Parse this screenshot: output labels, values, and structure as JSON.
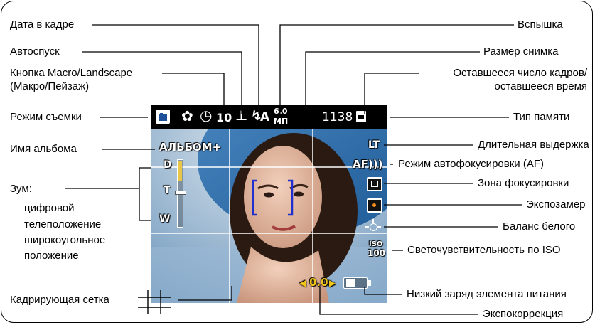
{
  "labels_left": {
    "date_in_frame": "Дата в кадре",
    "self_timer": "Автоспуск",
    "macro_button_line1": "Кнопка Macro/Landscape",
    "macro_button_line2": "(Макро/Пейзаж)",
    "shooting_mode": "Режим съемки",
    "album_name": "Имя альбома",
    "zoom": "Зум:",
    "zoom_digital": "цифровой",
    "zoom_tele": "телеположение",
    "zoom_wide_line1": "широкоугольное",
    "zoom_wide_line2": "положение",
    "framing_grid": "Кадрирующая сетка"
  },
  "labels_right": {
    "flash": "Вспышка",
    "image_size": "Размер снимка",
    "remaining_line1": "Оставшееся число кадров/",
    "remaining_line2": "оставшееся время",
    "memory_type": "Тип памяти",
    "long_exposure": "Длительная выдержка",
    "af_mode": "Режим автофокусировки (AF)",
    "focus_zone": "Зона фокусировки",
    "metering": "Экспозамер",
    "white_balance": "Баланс белого",
    "iso": "Светочувствительность по ISO",
    "low_battery": "Низкий заряд элемента питания",
    "exposure_comp": "Экспокоррекция"
  },
  "screen": {
    "timer_value": "10",
    "flash_mode": "A",
    "size_top": "6.0",
    "size_bottom": "МП",
    "frames_left": "1138",
    "album": "АЛЬБОМ+",
    "long_exposure_badge": "LT",
    "af_badge": "AF)))",
    "zoom_d": "D",
    "zoom_t": "T",
    "zoom_w": "W",
    "iso_top": "ISO",
    "iso_bottom": "100",
    "exposure_value": "0.0"
  },
  "colors": {
    "focus_bracket": "#1f2fd0",
    "zoom_bar": "#e8c64a",
    "status_bar": "#000000",
    "osd_yellow": "#f0c419"
  }
}
